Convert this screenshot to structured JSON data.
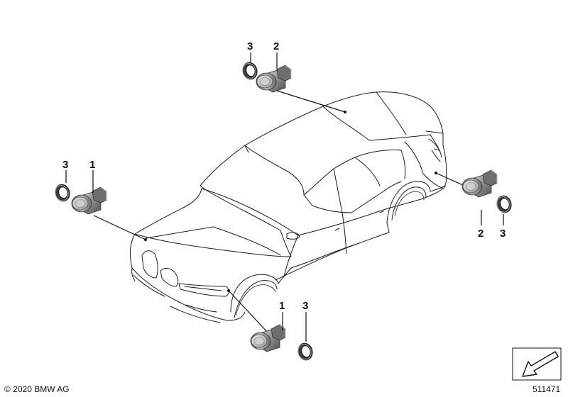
{
  "diagram": {
    "callouts": {
      "top_sensor": "2",
      "top_ring": "3",
      "left_sensor": "1",
      "left_ring": "3",
      "right_sensor": "2",
      "right_ring": "3",
      "bottom_sensor": "1",
      "bottom_ring": "3"
    },
    "copyright": "© 2020 BMW AG",
    "diagram_number": "511471"
  },
  "colors": {
    "sensor_body": "#8a8a8a",
    "sensor_light": "#c9c9c9",
    "sensor_dark": "#4a4a4a",
    "line": "#1a1a1a"
  },
  "icons": {
    "corner_symbol": "arrow-down-left-icon"
  }
}
